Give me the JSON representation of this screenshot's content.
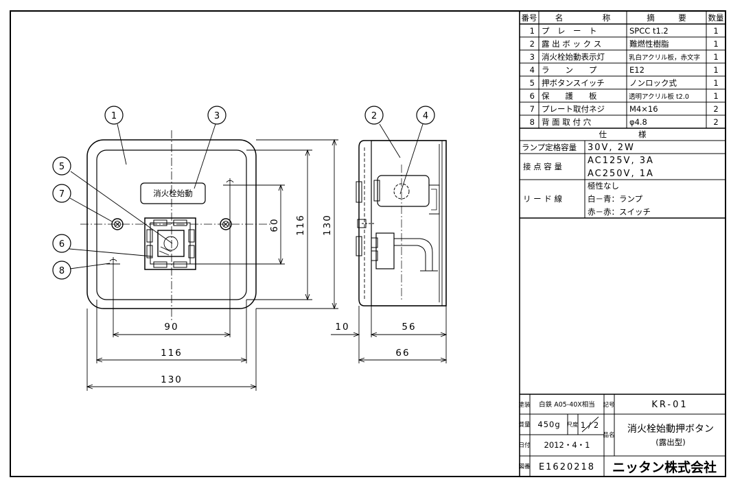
{
  "parts_table": {
    "headers": {
      "no": "番号",
      "name": "名　　　　　称",
      "spec": "摘　　　要",
      "qty": "数量"
    },
    "rows": [
      {
        "no": "1",
        "name": "プ　レ　ー　ト",
        "spec": "SPCC t1.2",
        "qty": "1"
      },
      {
        "no": "2",
        "name": "露 出 ボ ッ ク ス",
        "spec": "難燃性樹脂",
        "qty": "1"
      },
      {
        "no": "3",
        "name": "消火栓始動表示灯",
        "spec": "乳白アクリル板，赤文字",
        "qty": "1"
      },
      {
        "no": "4",
        "name": "ラ　　ン　　プ",
        "spec": "E12",
        "qty": "1"
      },
      {
        "no": "5",
        "name": "押ボタンスイッチ",
        "spec": "ノンロック式",
        "qty": "1"
      },
      {
        "no": "6",
        "name": "保　　護　　板",
        "spec": "透明アクリル板 t2.0",
        "qty": "1"
      },
      {
        "no": "7",
        "name": "プレート取付ネジ",
        "spec": "M4×16",
        "qty": "2"
      },
      {
        "no": "8",
        "name": "背 面 取 付 穴",
        "spec": "φ4.8",
        "qty": "2"
      }
    ]
  },
  "spec_table": {
    "title": "仕　　　　様",
    "lamp_label": "ランプ定格容量",
    "lamp_value": "30V, 2W",
    "contact_label": "接 点 容 量",
    "contact_values": [
      "AC125V, 3A",
      "AC250V, 1A"
    ],
    "lead_label": "リ ー ド 線",
    "lead_values": [
      "極性なし",
      "白－青：ランプ",
      "赤－赤：スイッチ"
    ]
  },
  "title_block": {
    "paint_label": "塗装",
    "paint_value": "白鉄 A05-40X相当",
    "code_label": "記号",
    "code_value": "KR-01",
    "mass_label": "質量",
    "mass_value": "450g",
    "scale_label": "尺度",
    "scale_value": "1/2",
    "name_label": "品名",
    "product_name": "消火栓始動押ボタン",
    "product_sub": "(露出型)",
    "date_label": "日付",
    "date_value": "2012・4・1",
    "drawing_no_label": "図番",
    "drawing_no": "E1620218",
    "company": "ニッタン株式会社"
  },
  "front_view": {
    "label_text": "消火栓始動",
    "balloons": [
      "1",
      "3",
      "5",
      "7",
      "6",
      "8"
    ],
    "dims": {
      "w90": "90",
      "w116": "116",
      "w130": "130",
      "h60": "60",
      "h116": "116",
      "h130": "130"
    }
  },
  "side_view": {
    "balloons": [
      "2",
      "4"
    ],
    "dims": {
      "d10": "10",
      "d56": "56",
      "d66": "66"
    }
  }
}
